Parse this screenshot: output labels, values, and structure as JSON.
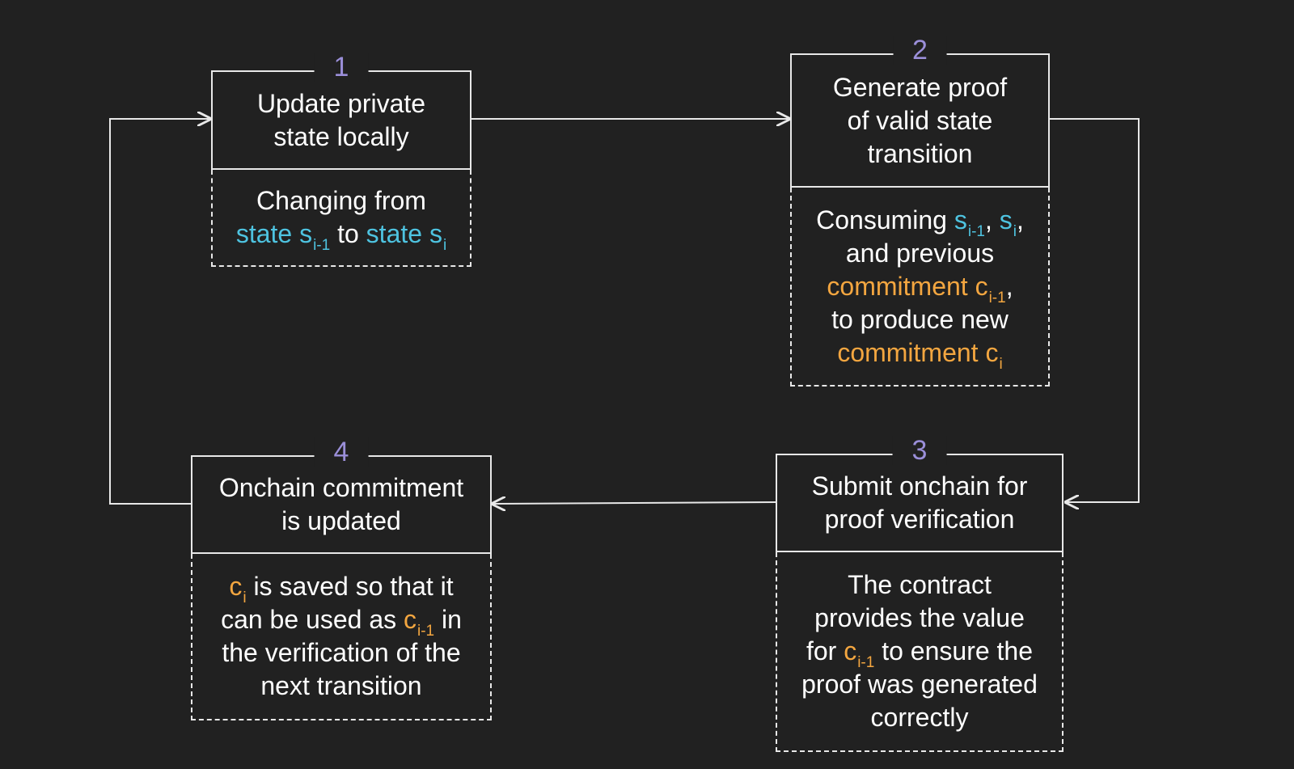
{
  "steps": [
    {
      "number": "1",
      "title": "Update private state locally",
      "detail": [
        "Changing from",
        "state s",
        "i-1",
        "to",
        "state s",
        "i"
      ]
    },
    {
      "number": "2",
      "title_lines": [
        "Generate proof",
        "of valid state",
        "transition"
      ],
      "detail": [
        "Consuming",
        "s",
        "i-1",
        ",",
        "s",
        "i",
        ",",
        "and previous",
        "commitment c",
        "i-1",
        ",",
        "to produce new",
        "commitment c",
        "i"
      ]
    },
    {
      "number": "3",
      "title_lines": [
        "Submit onchain for",
        "proof verification"
      ],
      "detail": [
        "The contract",
        "provides the value",
        "for",
        "c",
        "i-1",
        "to ensure the",
        "proof was generated",
        "correctly"
      ]
    },
    {
      "number": "4",
      "title_lines": [
        "Onchain commitment",
        "is updated"
      ],
      "detail": [
        "c",
        "i",
        "is saved so that it",
        "can be used as",
        "c",
        "i-1",
        "in",
        "the verification of the",
        "next transition"
      ]
    }
  ],
  "colors": {
    "background": "#212121",
    "border": "#e8e8e8",
    "number": "#9b8fd9",
    "state": "#4ec3e0",
    "commitment": "#f3a640"
  }
}
